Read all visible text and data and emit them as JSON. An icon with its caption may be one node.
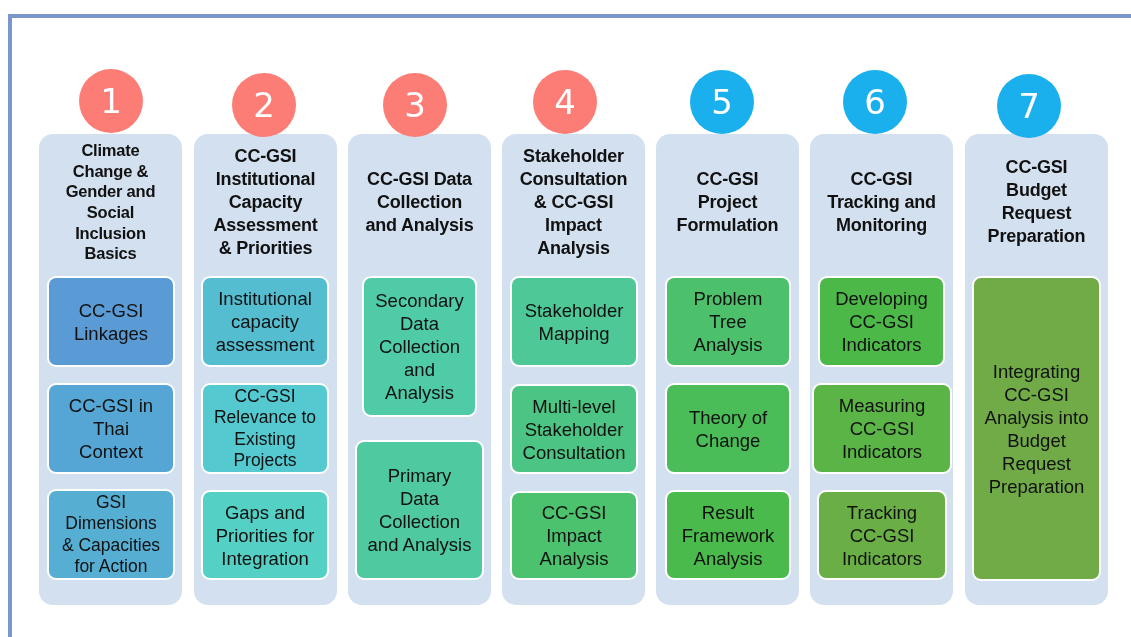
{
  "diagram": {
    "nodes": [
      {
        "text": [
          "1"
        ]
      },
      {
        "text": [
          "Climate Change & Gender and Social Inclusion Basics"
        ]
      },
      {
        "text": [
          "CC-GSI Linkages"
        ],
        "in": 1
      },
      {
        "text": [
          "CC-GSI in Thai Context"
        ],
        "in": 1
      },
      {
        "text": [
          "GSI Dimensions & Capacities for Action"
        ],
        "in": 1
      },
      {
        "text": [
          "2"
        ]
      },
      {
        "text": [
          "CC-GSI Institutional Capacity Assessment & Priorities"
        ]
      },
      {
        "text": [
          "Institutional capacity assessment"
        ],
        "in": 6
      },
      {
        "text": [
          "CC-GSI Relevance to Existing Projects"
        ],
        "in": 6
      },
      {
        "text": [
          "Gaps and Priorities for Integration"
        ],
        "in": 6
      },
      {
        "text": [
          "3"
        ]
      },
      {
        "text": [
          "CC-GSI Data Collection and Analysis"
        ]
      },
      {
        "text": [
          "Secondary Data Collection and Analysis"
        ],
        "in": 11
      },
      {
        "text": [
          "Primary Data Collection and Analysis"
        ],
        "in": 11
      },
      {
        "text": [
          "4"
        ]
      },
      {
        "text": [
          "Stakeholder Consultation & CC-GSI Impact Analysis"
        ]
      },
      {
        "text": [
          "Stakeholder Mapping"
        ],
        "in": 15
      },
      {
        "text": [
          "Multi-level Stakeholder Consultation"
        ],
        "in": 15
      },
      {
        "text": [
          "CC-GSI Impact Analysis"
        ],
        "in": 15
      },
      {
        "text": [
          "5"
        ]
      },
      {
        "text": [
          "CC-GSI Project Formulation"
        ]
      },
      {
        "text": [
          "Problem Tree Analysis"
        ],
        "in": 20
      },
      {
        "text": [
          "Theory of Change"
        ],
        "in": 20
      },
      {
        "text": [
          "Result Framework Analysis"
        ],
        "in": 20
      },
      {
        "text": [
          "6"
        ]
      },
      {
        "text": [
          "CC-GSI Tracking and Monitoring"
        ]
      },
      {
        "text": [
          "Developing CC-GSI Indicators"
        ],
        "in": 25
      },
      {
        "text": [
          "Measuring CC-GSI Indicators"
        ],
        "in": 25
      },
      {
        "text": [
          "Tracking CC-GSI Indicators"
        ],
        "in": 25
      },
      {
        "text": [
          "7"
        ]
      },
      {
        "text": [
          "CC-GSI Budget Request Preparation"
        ]
      },
      {
        "text": [
          "Integrating CC-GSI Analysis into Budget Request Preparation"
        ],
        "in": 30
      }
    ]
  }
}
